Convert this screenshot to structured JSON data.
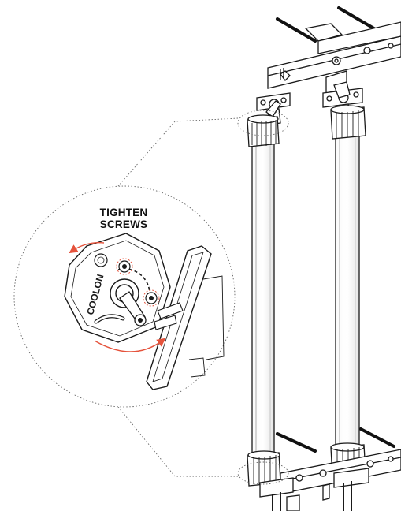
{
  "callout": {
    "line1": "TIGHTEN",
    "line2": "SCREWS"
  },
  "brand": {
    "logo_text": "COOLON"
  },
  "colors": {
    "line": "#1a1a1a",
    "callout_border": "#555555",
    "arrow_red": "#e5533c"
  },
  "icons": {
    "rotation_arrow": "curved-arrow-icon",
    "screw": "screw-icon"
  }
}
